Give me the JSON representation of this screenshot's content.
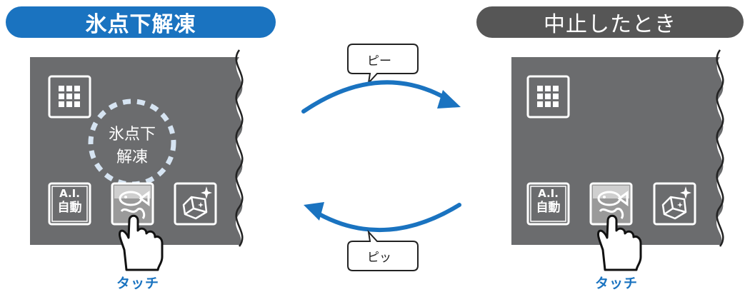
{
  "left_title": "氷点下解凍",
  "right_title": "中止したとき",
  "bubble_top": "ピー",
  "bubble_bottom": "ピッ",
  "ring_label_line1": "氷点下",
  "ring_label_line2": "解凍",
  "ai_icon": {
    "line1": "A.I.",
    "line2": "自動"
  },
  "touch_label_left": "タッチ",
  "touch_label_right": "タッチ",
  "colors": {
    "accent": "#1a73c0",
    "panel": "#6b6c6e",
    "dark_pill": "#565656"
  },
  "icons": [
    "grid-icon",
    "ai-auto-icon",
    "fish-thaw-icon",
    "ice-cube-icon",
    "hand-pointer-icon"
  ]
}
